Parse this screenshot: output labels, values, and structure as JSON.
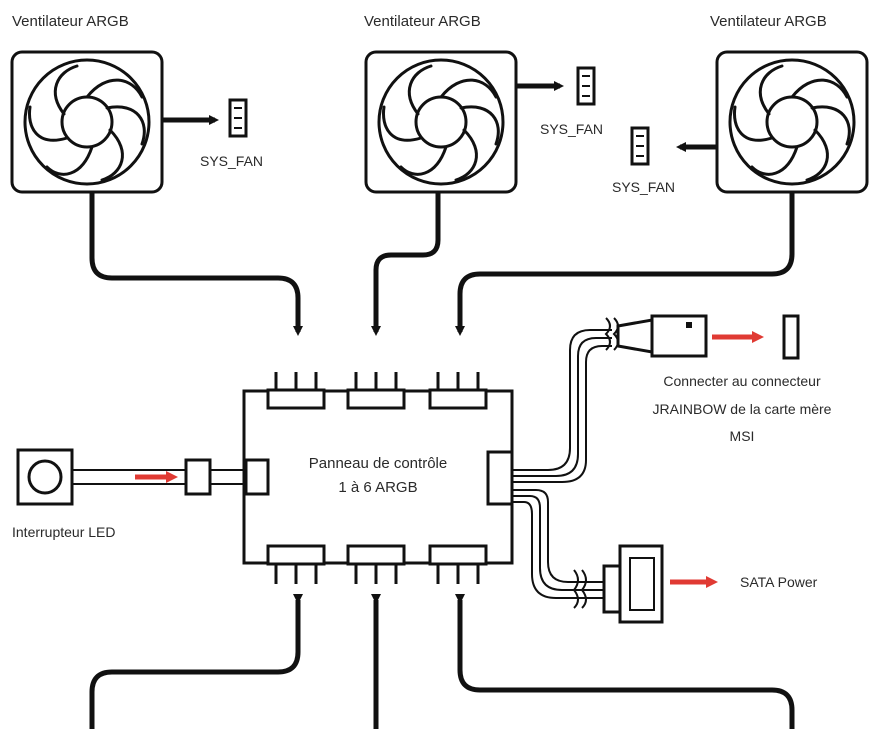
{
  "fans": [
    {
      "label": "Ventilateur ARGB",
      "connector": "SYS_FAN"
    },
    {
      "label": "Ventilateur ARGB",
      "connector": "SYS_FAN"
    },
    {
      "label": "Ventilateur ARGB",
      "connector": "SYS_FAN"
    }
  ],
  "hub": {
    "line1": "Panneau de contrôle",
    "line2": "1 à 6 ARGB"
  },
  "led_switch": {
    "label": "Interrupteur LED"
  },
  "jrainbow": {
    "line1": "Connecter au connecteur",
    "line2": "JRAINBOW de la carte mère",
    "line3": "MSI"
  },
  "sata": {
    "label": "SATA Power"
  },
  "colors": {
    "line": "#111111",
    "arrow_red": "#e03a33",
    "text": "#2a2a2a",
    "background": "#ffffff"
  }
}
